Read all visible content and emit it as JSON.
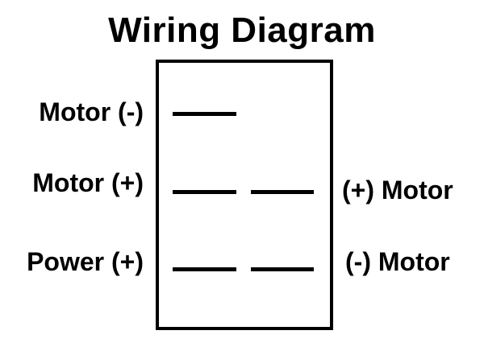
{
  "title": "Wiring Diagram",
  "labels": {
    "left_top": "Motor (-)",
    "left_middle": "Motor (+)",
    "left_bottom": "Power (+)",
    "right_middle": "(+) Motor",
    "right_bottom": "(-) Motor"
  },
  "colors": {
    "line": "#000000",
    "background": "#ffffff"
  }
}
